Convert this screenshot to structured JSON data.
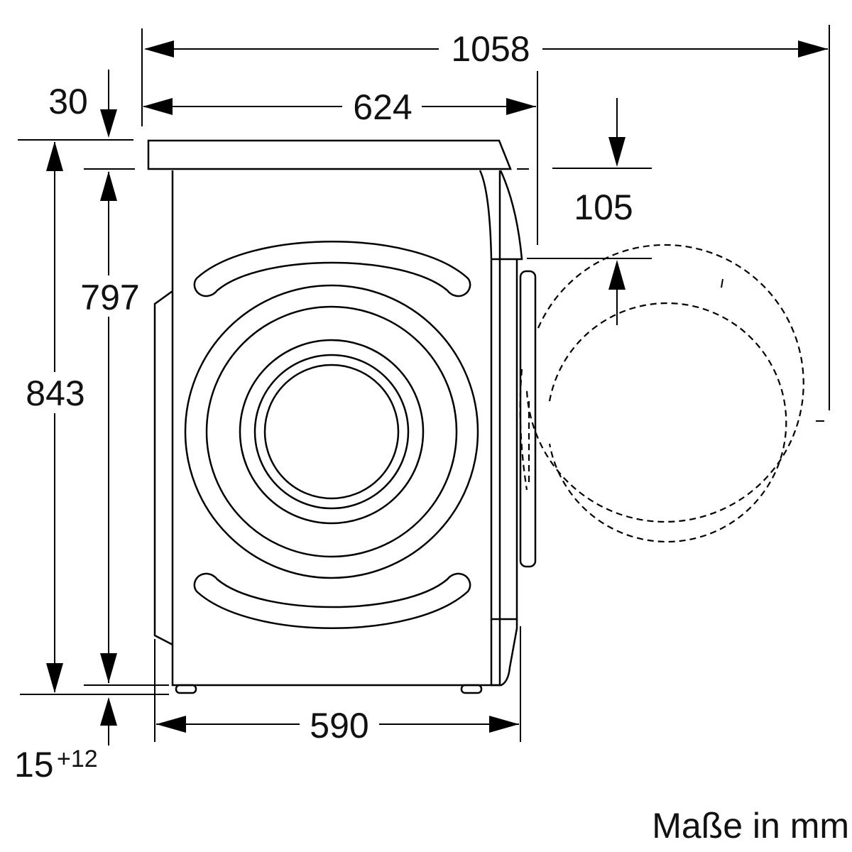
{
  "diagram": {
    "units_note": "Maße in mm",
    "dimensions": {
      "total_depth_door_open": "1058",
      "depth_with_worktop": "624",
      "worktop_overhang": "30",
      "height_below_worktop": "797",
      "total_height": "843",
      "door_top_offset": "105",
      "body_depth": "590",
      "foot_height_base": "15",
      "foot_height_adjust": "+12"
    }
  }
}
